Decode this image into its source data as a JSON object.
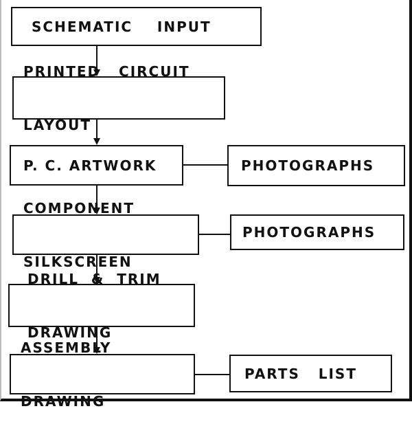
{
  "nodes": {
    "schematic_input": {
      "label": "SCHEMATIC    INPUT"
    },
    "pc_layout": {
      "line1": "PRINTED   CIRCUIT",
      "line2": "LAYOUT"
    },
    "pc_artwork": {
      "label": "P. C. ARTWORK"
    },
    "photographs_1": {
      "label": "PHOTOGRAPHS"
    },
    "component_silkscreen": {
      "line1": "COMPONENT",
      "line2": "SILKSCREEN"
    },
    "photographs_2": {
      "label": "PHOTOGRAPHS"
    },
    "drill_trim_drawing": {
      "line1": "DRILL  &  TRIM",
      "line2": "DRAWING"
    },
    "assembly_drawing": {
      "line1": "ASSEMBLY",
      "line2": "DRAWING"
    },
    "parts_list": {
      "label": "PARTS   LIST"
    }
  },
  "edges": [
    {
      "from": "schematic_input",
      "to": "pc_layout",
      "arrow": true
    },
    {
      "from": "pc_layout",
      "to": "pc_artwork",
      "arrow": true
    },
    {
      "from": "pc_artwork",
      "to": "component_silkscreen",
      "arrow": true
    },
    {
      "from": "component_silkscreen",
      "to": "drill_trim_drawing",
      "arrow": true
    },
    {
      "from": "drill_trim_drawing",
      "to": "assembly_drawing",
      "arrow": true
    },
    {
      "from": "pc_artwork",
      "to": "photographs_1",
      "arrow": false
    },
    {
      "from": "component_silkscreen",
      "to": "photographs_2",
      "arrow": false
    },
    {
      "from": "assembly_drawing",
      "to": "parts_list",
      "arrow": false
    }
  ],
  "colors": {
    "ink": "#111111",
    "paper": "#ffffff"
  }
}
